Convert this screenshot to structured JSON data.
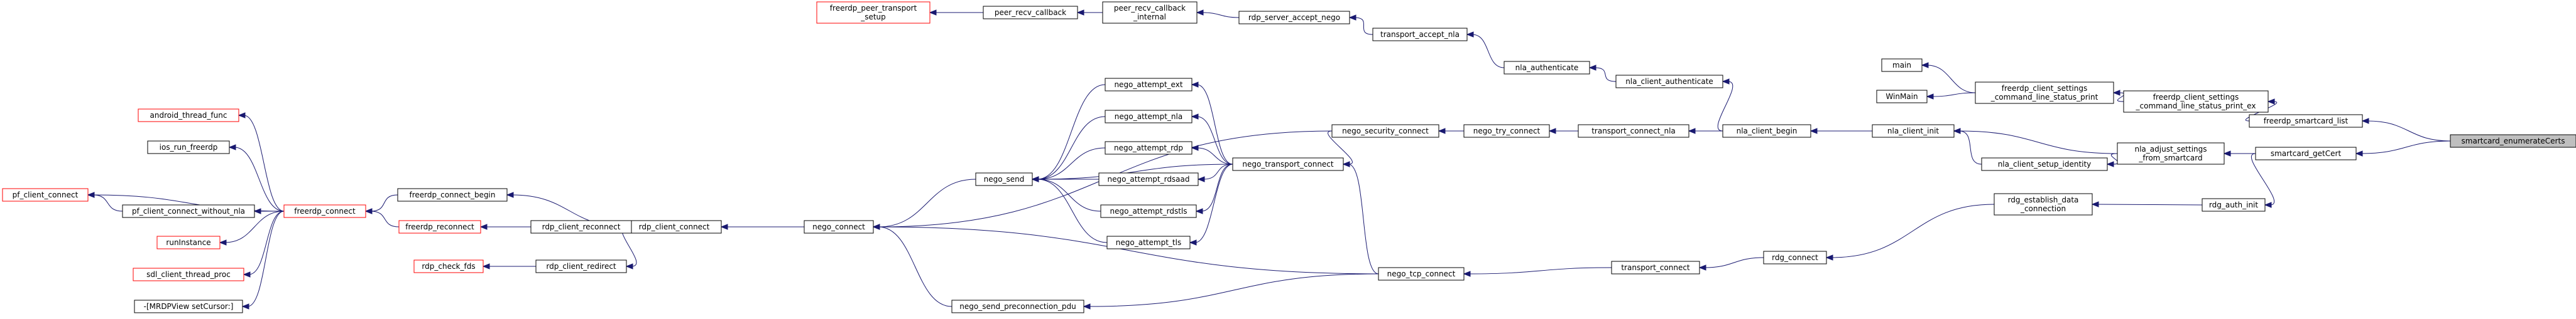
{
  "colors": {
    "edge": "#191970",
    "node_border_normal": "#000000",
    "node_border_truncated": "#ff0000",
    "node_fill_normal": "#ffffff",
    "node_fill_root": "#bfbfbf"
  },
  "nodes": {
    "smartcard_enumerateCerts": {
      "lines": [
        "smartcard_enumerateCerts"
      ],
      "style": "root"
    },
    "freerdp_smartcard_list": {
      "lines": [
        "freerdp_smartcard_list"
      ],
      "style": "normal"
    },
    "smartcard_getCert": {
      "lines": [
        "smartcard_getCert"
      ],
      "style": "normal"
    },
    "freerdp_client_settings_command_line_status_print_ex": {
      "lines": [
        "freerdp_client_settings",
        "_command_line_status_print_ex"
      ],
      "style": "normal"
    },
    "freerdp_client_settings_command_line_status_print": {
      "lines": [
        "freerdp_client_settings",
        "_command_line_status_print"
      ],
      "style": "normal"
    },
    "main": {
      "lines": [
        "main"
      ],
      "style": "normal"
    },
    "WinMain": {
      "lines": [
        "WinMain"
      ],
      "style": "normal"
    },
    "nla_adjust_settings_from_smartcard": {
      "lines": [
        "nla_adjust_settings",
        "_from_smartcard"
      ],
      "style": "normal"
    },
    "nla_client_init": {
      "lines": [
        "nla_client_init"
      ],
      "style": "normal"
    },
    "nla_client_setup_identity": {
      "lines": [
        "nla_client_setup_identity"
      ],
      "style": "normal"
    },
    "nla_client_begin": {
      "lines": [
        "nla_client_begin"
      ],
      "style": "normal"
    },
    "nla_client_authenticate": {
      "lines": [
        "nla_client_authenticate"
      ],
      "style": "normal"
    },
    "nla_authenticate": {
      "lines": [
        "nla_authenticate"
      ],
      "style": "normal"
    },
    "transport_accept_nla": {
      "lines": [
        "transport_accept_nla"
      ],
      "style": "normal"
    },
    "rdp_server_accept_nego": {
      "lines": [
        "rdp_server_accept_nego"
      ],
      "style": "normal"
    },
    "peer_recv_callback_internal": {
      "lines": [
        "peer_recv_callback",
        "_internal"
      ],
      "style": "normal"
    },
    "peer_recv_callback": {
      "lines": [
        "peer_recv_callback"
      ],
      "style": "normal"
    },
    "freerdp_peer_transport_setup": {
      "lines": [
        "freerdp_peer_transport",
        "_setup"
      ],
      "style": "truncated"
    },
    "transport_connect_nla": {
      "lines": [
        "transport_connect_nla"
      ],
      "style": "normal"
    },
    "nego_try_connect": {
      "lines": [
        "nego_try_connect"
      ],
      "style": "normal"
    },
    "nego_security_connect": {
      "lines": [
        "nego_security_connect"
      ],
      "style": "normal"
    },
    "nego_transport_connect": {
      "lines": [
        "nego_transport_connect"
      ],
      "style": "normal"
    },
    "nego_tcp_connect": {
      "lines": [
        "nego_tcp_connect"
      ],
      "style": "normal"
    },
    "nego_attempt_ext": {
      "lines": [
        "nego_attempt_ext"
      ],
      "style": "normal"
    },
    "nego_attempt_nla": {
      "lines": [
        "nego_attempt_nla"
      ],
      "style": "normal"
    },
    "nego_attempt_rdp": {
      "lines": [
        "nego_attempt_rdp"
      ],
      "style": "normal"
    },
    "nego_attempt_rdsaad": {
      "lines": [
        "nego_attempt_rdsaad"
      ],
      "style": "normal"
    },
    "nego_attempt_rdstls": {
      "lines": [
        "nego_attempt_rdstls"
      ],
      "style": "normal"
    },
    "nego_attempt_tls": {
      "lines": [
        "nego_attempt_tls"
      ],
      "style": "normal"
    },
    "nego_send": {
      "lines": [
        "nego_send"
      ],
      "style": "normal"
    },
    "nego_connect": {
      "lines": [
        "nego_connect"
      ],
      "style": "normal"
    },
    "nego_send_preconnection_pdu": {
      "lines": [
        "nego_send_preconnection_pdu"
      ],
      "style": "normal"
    },
    "rdg_auth_init": {
      "lines": [
        "rdg_auth_init"
      ],
      "style": "normal"
    },
    "rdg_establish_data_connection": {
      "lines": [
        "rdg_establish_data",
        "_connection"
      ],
      "style": "normal"
    },
    "rdg_connect": {
      "lines": [
        "rdg_connect"
      ],
      "style": "normal"
    },
    "transport_connect": {
      "lines": [
        "transport_connect"
      ],
      "style": "normal"
    },
    "rdp_client_connect": {
      "lines": [
        "rdp_client_connect"
      ],
      "style": "normal"
    },
    "rdp_client_reconnect": {
      "lines": [
        "rdp_client_reconnect"
      ],
      "style": "normal"
    },
    "rdp_client_redirect": {
      "lines": [
        "rdp_client_redirect"
      ],
      "style": "normal"
    },
    "freerdp_connect_begin": {
      "lines": [
        "freerdp_connect_begin"
      ],
      "style": "normal"
    },
    "freerdp_reconnect": {
      "lines": [
        "freerdp_reconnect"
      ],
      "style": "truncated"
    },
    "rdp_check_fds": {
      "lines": [
        "rdp_check_fds"
      ],
      "style": "truncated"
    },
    "freerdp_connect": {
      "lines": [
        "freerdp_connect"
      ],
      "style": "truncated"
    },
    "android_thread_func": {
      "lines": [
        "android_thread_func"
      ],
      "style": "truncated"
    },
    "ios_run_freerdp": {
      "lines": [
        "ios_run_freerdp"
      ],
      "style": "normal"
    },
    "pf_client_connect_without_nla": {
      "lines": [
        "pf_client_connect_without_nla"
      ],
      "style": "normal"
    },
    "pf_client_connect": {
      "lines": [
        "pf_client_connect"
      ],
      "style": "truncated"
    },
    "runInstance": {
      "lines": [
        "runInstance"
      ],
      "style": "truncated"
    },
    "sdl_client_thread_proc": {
      "lines": [
        "sdl_client_thread_proc"
      ],
      "style": "truncated"
    },
    "MRDPView_setCursor": {
      "lines": [
        "-[MRDPView setCursor:]"
      ],
      "style": "normal"
    }
  },
  "edges": [
    [
      "freerdp_smartcard_list",
      "smartcard_enumerateCerts"
    ],
    [
      "smartcard_getCert",
      "smartcard_enumerateCerts"
    ],
    [
      "freerdp_client_settings_command_line_status_print_ex",
      "freerdp_smartcard_list"
    ],
    [
      "freerdp_client_settings_command_line_status_print",
      "freerdp_client_settings_command_line_status_print_ex"
    ],
    [
      "main",
      "freerdp_client_settings_command_line_status_print"
    ],
    [
      "WinMain",
      "freerdp_client_settings_command_line_status_print"
    ],
    [
      "nla_adjust_settings_from_smartcard",
      "smartcard_getCert"
    ],
    [
      "rdg_auth_init",
      "smartcard_getCert"
    ],
    [
      "nla_client_init",
      "nla_adjust_settings_from_smartcard"
    ],
    [
      "nla_client_setup_identity",
      "nla_adjust_settings_from_smartcard"
    ],
    [
      "nla_client_init",
      "nla_client_setup_identity"
    ],
    [
      "nla_client_begin",
      "nla_client_init"
    ],
    [
      "nla_client_authenticate",
      "nla_client_begin"
    ],
    [
      "transport_connect_nla",
      "nla_client_begin"
    ],
    [
      "nla_authenticate",
      "nla_client_authenticate"
    ],
    [
      "transport_accept_nla",
      "nla_authenticate"
    ],
    [
      "rdp_server_accept_nego",
      "transport_accept_nla"
    ],
    [
      "peer_recv_callback_internal",
      "rdp_server_accept_nego"
    ],
    [
      "peer_recv_callback",
      "peer_recv_callback_internal"
    ],
    [
      "freerdp_peer_transport_setup",
      "peer_recv_callback"
    ],
    [
      "nego_try_connect",
      "transport_connect_nla"
    ],
    [
      "nego_security_connect",
      "nego_try_connect"
    ],
    [
      "nego_connect",
      "nego_security_connect"
    ],
    [
      "nego_transport_connect",
      "nego_security_connect"
    ],
    [
      "nego_attempt_ext",
      "nego_transport_connect"
    ],
    [
      "nego_attempt_nla",
      "nego_transport_connect"
    ],
    [
      "nego_attempt_rdp",
      "nego_transport_connect"
    ],
    [
      "nego_attempt_rdsaad",
      "nego_transport_connect"
    ],
    [
      "nego_attempt_rdstls",
      "nego_transport_connect"
    ],
    [
      "nego_attempt_tls",
      "nego_transport_connect"
    ],
    [
      "nego_send",
      "nego_transport_connect"
    ],
    [
      "nego_send",
      "nego_attempt_ext"
    ],
    [
      "nego_send",
      "nego_attempt_nla"
    ],
    [
      "nego_send",
      "nego_attempt_rdp"
    ],
    [
      "nego_send",
      "nego_attempt_rdsaad"
    ],
    [
      "nego_send",
      "nego_attempt_rdstls"
    ],
    [
      "nego_send",
      "nego_attempt_tls"
    ],
    [
      "nego_connect",
      "nego_send"
    ],
    [
      "nego_transport_connect",
      "nego_tcp_connect"
    ],
    [
      "nego_connect",
      "nego_tcp_connect"
    ],
    [
      "nego_send_preconnection_pdu",
      "nego_tcp_connect"
    ],
    [
      "nego_tcp_connect",
      "transport_connect"
    ],
    [
      "transport_connect",
      "rdg_connect"
    ],
    [
      "rdg_connect",
      "rdg_establish_data_connection"
    ],
    [
      "rdg_establish_data_connection",
      "rdg_auth_init"
    ],
    [
      "nego_connect",
      "nego_send_preconnection_pdu"
    ],
    [
      "rdp_client_connect",
      "nego_connect"
    ],
    [
      "freerdp_connect_begin",
      "rdp_client_connect"
    ],
    [
      "rdp_client_reconnect",
      "rdp_client_connect"
    ],
    [
      "rdp_client_redirect",
      "rdp_client_connect"
    ],
    [
      "freerdp_reconnect",
      "rdp_client_reconnect"
    ],
    [
      "rdp_check_fds",
      "rdp_client_redirect"
    ],
    [
      "freerdp_connect",
      "freerdp_connect_begin"
    ],
    [
      "freerdp_connect",
      "freerdp_reconnect"
    ],
    [
      "android_thread_func",
      "freerdp_connect"
    ],
    [
      "ios_run_freerdp",
      "freerdp_connect"
    ],
    [
      "pf_client_connect_without_nla",
      "freerdp_connect"
    ],
    [
      "pf_client_connect",
      "freerdp_connect"
    ],
    [
      "runInstance",
      "freerdp_connect"
    ],
    [
      "sdl_client_thread_proc",
      "freerdp_connect"
    ],
    [
      "MRDPView_setCursor",
      "freerdp_connect"
    ],
    [
      "pf_client_connect",
      "pf_client_connect_without_nla"
    ]
  ]
}
